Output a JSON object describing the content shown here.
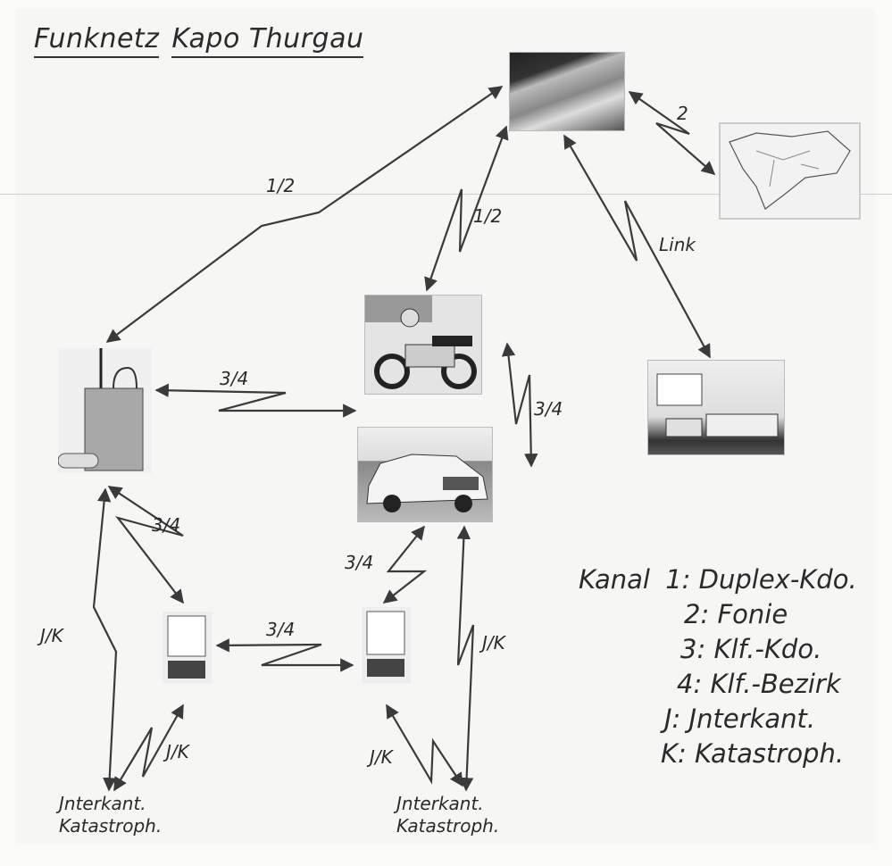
{
  "title": {
    "words": [
      "Funknetz",
      "Kapo Thurgau"
    ]
  },
  "edge_labels": {
    "mountain_radio": "1/2",
    "mountain_moto": "1/2",
    "mountain_map": "2",
    "mountain_control": "Link",
    "radio_vehicles": "3/4",
    "moto_car": "3/4",
    "radio_handheld": "3/4",
    "handheld_handheld": "3/4",
    "car_handheld": "3/4",
    "radio_interkant": "J/K",
    "car_interkant": "J/K",
    "handheld1_interkant": "J/K",
    "handheld2_interkant": "J/K"
  },
  "endpoints": [
    {
      "line1": "Jnterkant.",
      "line2": "Katastroph."
    },
    {
      "line1": "Jnterkant.",
      "line2": "Katastroph."
    }
  ],
  "legend": {
    "heading": "Kanal",
    "items": [
      {
        "key": "1:",
        "label": "Duplex-Kdo."
      },
      {
        "key": "2:",
        "label": "Fonie"
      },
      {
        "key": "3:",
        "label": "Klf.-Kdo."
      },
      {
        "key": "4:",
        "label": "Klf.-Bezirk"
      },
      {
        "key": "J:",
        "label": "Jnterkant."
      },
      {
        "key": "K:",
        "label": "Katastroph."
      }
    ]
  },
  "colors": {
    "line": "#3a3a3a",
    "paper": "#f6f6f4"
  }
}
